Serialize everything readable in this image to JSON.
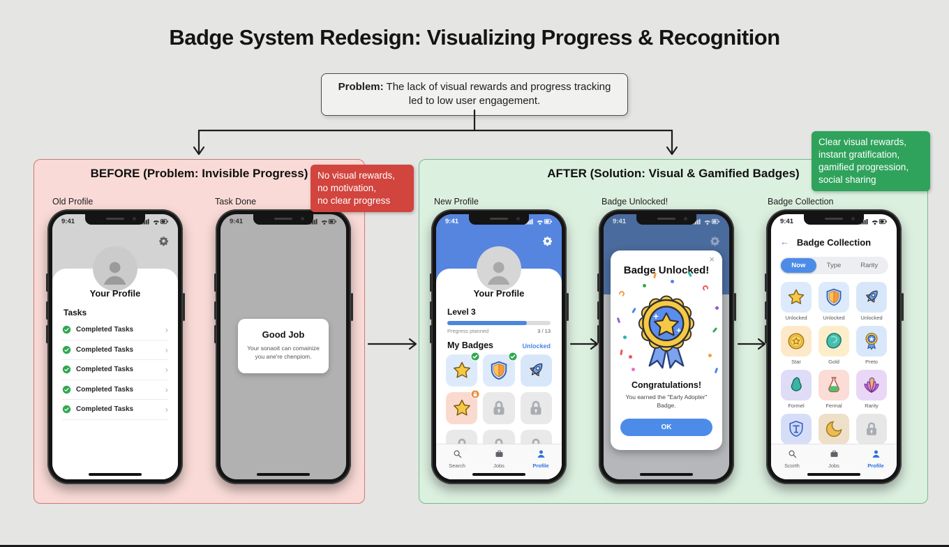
{
  "title": "Badge System Redesign: Visualizing Progress & Recognition",
  "problem": {
    "label": "Problem:",
    "text": " The lack of visual rewards and progress tracking led to low user engagement."
  },
  "colors": {
    "background": "#e5e5e4",
    "before_panel": "#f9dad6",
    "before_border": "#cc7a72",
    "after_panel": "#dcf0e0",
    "after_border": "#6fbd88",
    "red_callout": "#d2443e",
    "green_callout": "#2fa35b",
    "accent_blue": "#4c86e0",
    "success_green": "#2fa84f",
    "locked_gray": "#a9adb3"
  },
  "before": {
    "title": "BEFORE (Problem: Invisible Progress)",
    "callout_lines": [
      "No visual rewards,",
      "no motivation,",
      "no clear progress"
    ],
    "old_profile": {
      "label": "Old Profile",
      "time": "9:41",
      "profile_title": "Your Profile",
      "section_title": "Tasks",
      "tasks": [
        "Completed Tasks",
        "Completed Tasks",
        "Completed Tasks",
        "Completed Tasks",
        "Completed Tasks"
      ]
    },
    "task_done": {
      "label": "Task Done",
      "time": "9:41",
      "dialog_title": "Good Job",
      "dialog_text": "Your sonaoit can comainize you ane're chenpiom."
    }
  },
  "after": {
    "title": "AFTER (Solution: Visual & Gamified Badges)",
    "callout_lines": [
      "Clear visual rewards,",
      "instant gratification,",
      "gamified progression,",
      "social sharing"
    ],
    "new_profile": {
      "label": "New Profile",
      "time": "9:41",
      "profile_title": "Your Profile",
      "level": "Level 3",
      "progress_label": "Pregress ptanned",
      "progress_value": "3 / 13",
      "progress_percent": 77,
      "badges_title": "My Badges",
      "badges_link": "Unlocked",
      "grid": [
        {
          "icon": "star",
          "bg": "#dceafc",
          "overlay": "check"
        },
        {
          "icon": "shield",
          "bg": "#dceafc",
          "overlay": "check"
        },
        {
          "icon": "rocket",
          "bg": "#d7e7f9"
        },
        {
          "icon": "star",
          "bg": "#fadacf",
          "overlay": "lock"
        },
        {
          "icon": "lock",
          "bg": "#e9e9e9"
        },
        {
          "icon": "lock",
          "bg": "#e9e9e9"
        },
        {
          "icon": "lock",
          "bg": "#e9e9e9"
        },
        {
          "icon": "lock",
          "bg": "#e9e9e9"
        },
        {
          "icon": "lock",
          "bg": "#e9e9e9"
        }
      ],
      "tabs": [
        {
          "label": "Search",
          "icon": "magnifier"
        },
        {
          "label": "Jobs",
          "icon": "briefcase"
        },
        {
          "label": "Profile",
          "icon": "person",
          "active": true
        }
      ]
    },
    "badge_unlocked": {
      "label": "Badge Unlocked!",
      "time": "9:41",
      "modal_title": "Badge Unlocked!",
      "close": "×",
      "congrats": "Congratulations!",
      "message": "You earned the \"Early Adopter\" Badge.",
      "ok_label": "OK"
    },
    "badge_collection": {
      "label": "Badge Collection",
      "time": "9:41",
      "header": "Badge Collection",
      "back": "←",
      "filters": [
        {
          "label": "Now",
          "active": true
        },
        {
          "label": "Type"
        },
        {
          "label": "Rarity"
        }
      ],
      "grid": [
        {
          "icon": "star",
          "bg": "#dceafc",
          "label": "Unlocked"
        },
        {
          "icon": "shield",
          "bg": "#dceafc",
          "label": "Unlocked"
        },
        {
          "icon": "rocket",
          "bg": "#d7e7f9",
          "label": "Unlocked"
        },
        {
          "icon": "medal",
          "bg": "#fde9c9",
          "label": "Star"
        },
        {
          "icon": "gem",
          "bg": "#fdeecb",
          "label": "Gold"
        },
        {
          "icon": "rosette",
          "bg": "#d9e7fa",
          "label": "Preto"
        },
        {
          "icon": "blob",
          "bg": "#dedcf7",
          "label": "Formel"
        },
        {
          "icon": "flask",
          "bg": "#fbdcd7",
          "label": "Fermal"
        },
        {
          "icon": "fan",
          "bg": "#e9d7f7",
          "label": "Rarity"
        },
        {
          "icon": "shieldT",
          "bg": "#d6def7"
        },
        {
          "icon": "crescent",
          "bg": "#eedfc9"
        },
        {
          "icon": "lock",
          "bg": "#e7e7e7"
        }
      ],
      "tabs": [
        {
          "label": "Scorth",
          "icon": "magnifier"
        },
        {
          "label": "Jobs",
          "icon": "briefcase"
        },
        {
          "label": "Profile",
          "icon": "person",
          "active": true
        }
      ]
    }
  }
}
